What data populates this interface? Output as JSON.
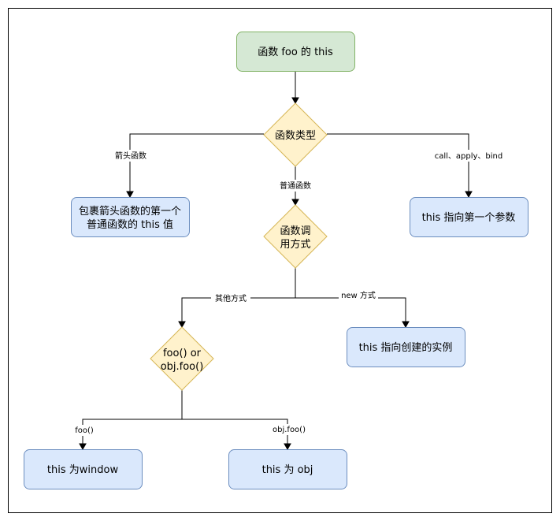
{
  "colors": {
    "start_fill": "#d5e8d4",
    "start_stroke": "#82b366",
    "result_fill": "#dae8fc",
    "result_stroke": "#6c8ebf",
    "decision_fill": "#fff2cc",
    "decision_stroke": "#d6b656"
  },
  "nodes": {
    "start": "函数 foo 的 this",
    "function_type": "函数类型",
    "arrow_result_line1": "包裹箭头函数的第一个",
    "arrow_result_line2": "普通函数的 this 值",
    "call_result": "this 指向第一个参数",
    "invocation_line1": "函数调",
    "invocation_line2": "用方式",
    "new_result": "this 指向创建的实例",
    "foo_or_obj_line1": "foo() or",
    "foo_or_obj_line2": "obj.foo()",
    "window_result": "this 为window",
    "obj_result": "this 为 obj"
  },
  "edges": {
    "arrow_function": "箭头函数",
    "normal_function": "普通函数",
    "call_apply_bind": "call、apply、bind",
    "other_ways": "其他方式",
    "new_way": "new 方式",
    "foo_call": "foo()",
    "obj_foo_call": "obj.foo()"
  }
}
